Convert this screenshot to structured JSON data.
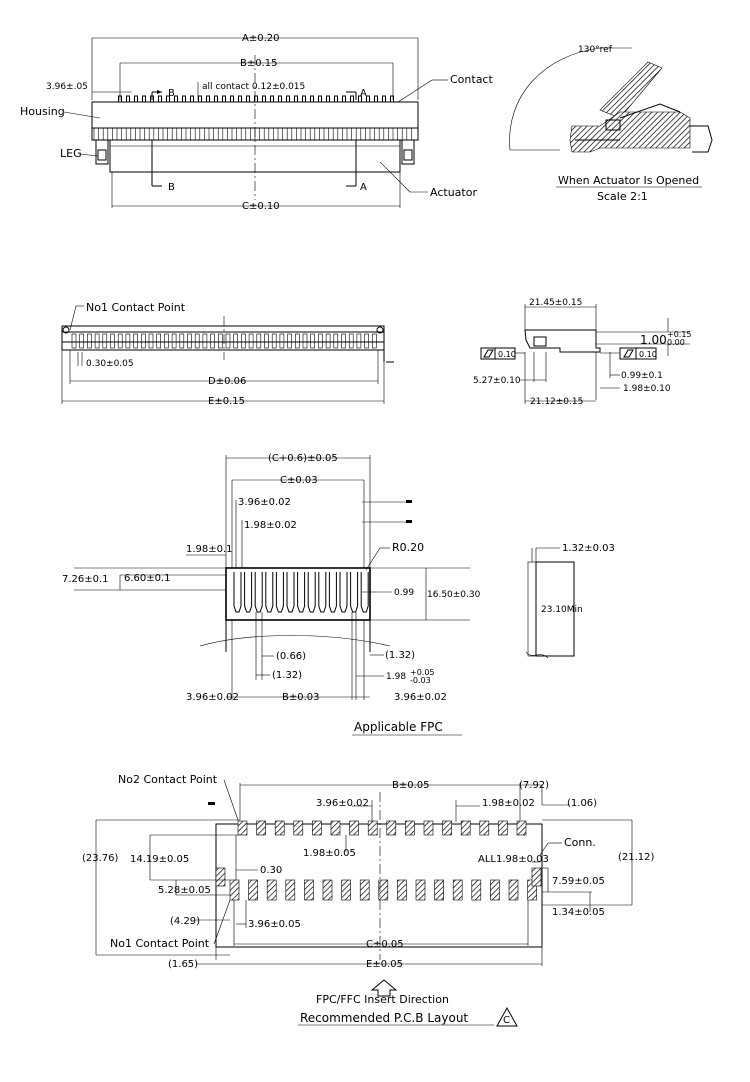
{
  "colors": {
    "ink": "#000000",
    "paper": "#ffffff"
  },
  "top_view": {
    "dim_a": "A±0.20",
    "dim_b": "B±0.15",
    "dim_c": "C±0.10",
    "dim_pitch": "3.96±.05",
    "contact_thickness": "all contact 0.12±0.015",
    "label_contact": "Contact",
    "label_housing": "Housing",
    "label_leg": "LEG",
    "label_actuator": "Actuator",
    "section_b": "B",
    "section_a": "A"
  },
  "detail_view": {
    "angle": "130°ref",
    "caption": "When Actuator Is Opened",
    "scale": "Scale 2:1"
  },
  "front_view": {
    "no1_contact": "No1 Contact Point",
    "pin_width": "0.30±0.05",
    "dim_d": "D±0.06",
    "dim_e": "E±0.15"
  },
  "side_view": {
    "dim_top": "21.45±0.15",
    "height": "1.00",
    "tol_upper": "+0.15",
    "tol_lower": "0.00",
    "flatness_left": "0.10",
    "flatness_right": "0.10",
    "dim_099": "0.99±0.1",
    "dim_198": "1.98±0.10",
    "dim_527": "5.27±0.10",
    "dim_2112": "21.12±0.15"
  },
  "fpc": {
    "dim_c06": "(C+0.6)±0.05",
    "dim_c003": "C±0.03",
    "dim_396": "3.96±0.02",
    "dim_198_02": "1.98±0.02",
    "dim_198_01": "1.98±0.1",
    "dim_726": "7.26±0.1",
    "dim_660": "6.60±0.1",
    "radius": "R0.20",
    "dim_099": "0.99",
    "dim_1650": "16.50±0.30",
    "dim_066": "(0.66)",
    "dim_132a": "(1.32)",
    "dim_132b": "(1.32)",
    "dim_198_tol": "1.98",
    "dim_198_tol_up": "+0.05",
    "dim_198_tol_dn": "-0.03",
    "bottom_left": "3.96±0.02",
    "bottom_mid": "B±0.03",
    "bottom_right": "3.96±0.02",
    "side_thick": "1.32±0.03",
    "side_min": "23.10Min",
    "caption": "Applicable   FPC"
  },
  "pcb": {
    "no2_contact": "No2 Contact Point",
    "no1_contact": "No1 Contact Point",
    "dim_b005": "B±0.05",
    "dim_792": "(7.92)",
    "dim_106": "(1.06)",
    "dim_396": "3.96±0.02",
    "dim_198": "1.98±0.02",
    "dim_2376": "(23.76)",
    "dim_1419": "14.19±0.05",
    "dim_198b": "1.98±0.05",
    "dim_030": "0.30",
    "dim_all": "ALL1.98±0.03",
    "label_conn": "Conn.",
    "dim_2112": "(21.12)",
    "dim_528": "5.28±0.05",
    "dim_759": "7.59±0.05",
    "dim_429": "(4.29)",
    "dim_396b": "3.96±0.05",
    "dim_134": "1.34±0.05",
    "dim_c005": "C±0.05",
    "dim_165": "(1.65)",
    "dim_e005": "E±0.05",
    "insert_dir": "FPC/FFC Insert Direction",
    "caption": "Recommended P.C.B Layout",
    "revision": "C"
  }
}
